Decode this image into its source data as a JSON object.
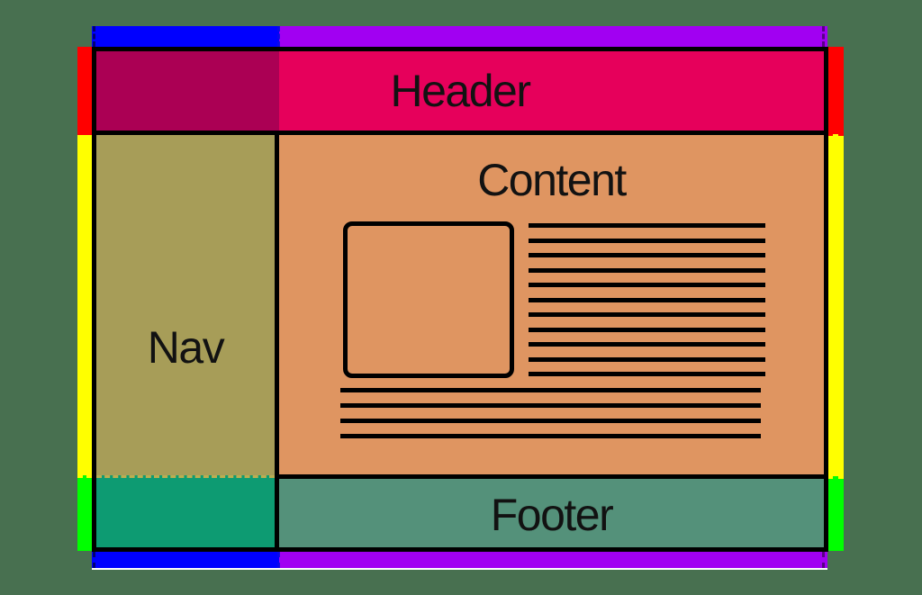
{
  "diagram": {
    "type": "css-grid-page-layout-wireframe",
    "labels": {
      "header": "Header",
      "nav": "Nav",
      "content": "Content",
      "footer": "Footer"
    },
    "colors": {
      "page-bg": "#487050",
      "track-blue": "#0000ff",
      "track-purple": "#a100f2",
      "track-red": "#ff0000",
      "track-yellow": "#ffff00",
      "track-green": "#00ff00",
      "header": "#e6005b",
      "header-overlap": "#ab0054",
      "nav": "#a79d58",
      "content": "#df9561",
      "footer": "#54917a",
      "footer-overlap": "#0d9b72",
      "dash-olive": "#b9ae52",
      "line-black": "#000000",
      "underline-white": "#ffffff"
    },
    "wireframe": {
      "image_box": true,
      "text_lines_right": 11,
      "text_lines_bottom": 4
    }
  }
}
